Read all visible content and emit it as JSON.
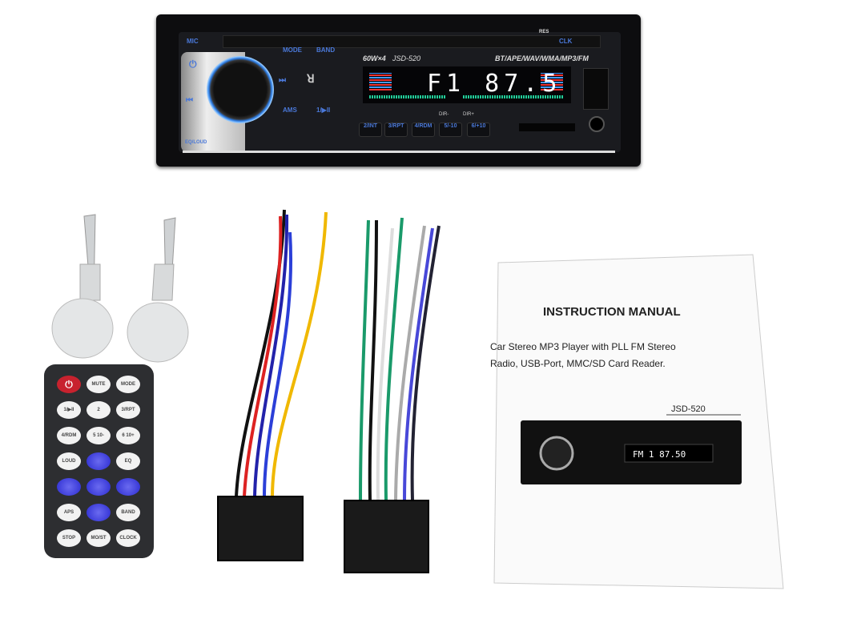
{
  "stereo": {
    "mic": "MIC",
    "res": "RES",
    "clk": "CLK",
    "power_label": "⏻",
    "mode": "MODE",
    "band": "BAND",
    "ams": "AMS",
    "play_pause": "1/▶II",
    "eq_loud": "EQ/LOUD",
    "power_spec": "60W×4",
    "model": "JSD-520",
    "formats": "BT/APE/WAV/WMA/MP3/FM",
    "display_text": "F1 87.5",
    "dir_minus": "DIR-",
    "dir_plus": "DIR+",
    "presets": [
      "2/INT",
      "3/RPT",
      "4/RDM",
      "5/-10",
      "6/+10"
    ]
  },
  "remote": {
    "buttons": [
      "⏻",
      "MUTE",
      "MODE",
      "1/▶II",
      "2",
      "3/RPT",
      "4/RDM",
      "5 10-",
      "6 10+",
      "LOUD",
      "",
      "EQ",
      "",
      "",
      "",
      "APS",
      "",
      "BAND",
      "STOP",
      "MO/ST",
      "CLOCK"
    ]
  },
  "manual": {
    "title": "INSTRUCTION MANUAL",
    "line1": "Car Stereo MP3 Player with PLL FM Stereo",
    "line2": "Radio, USB-Port, MMC/SD Card Reader.",
    "model": "JSD-520",
    "thumb_display": "FM 1  87.50"
  }
}
